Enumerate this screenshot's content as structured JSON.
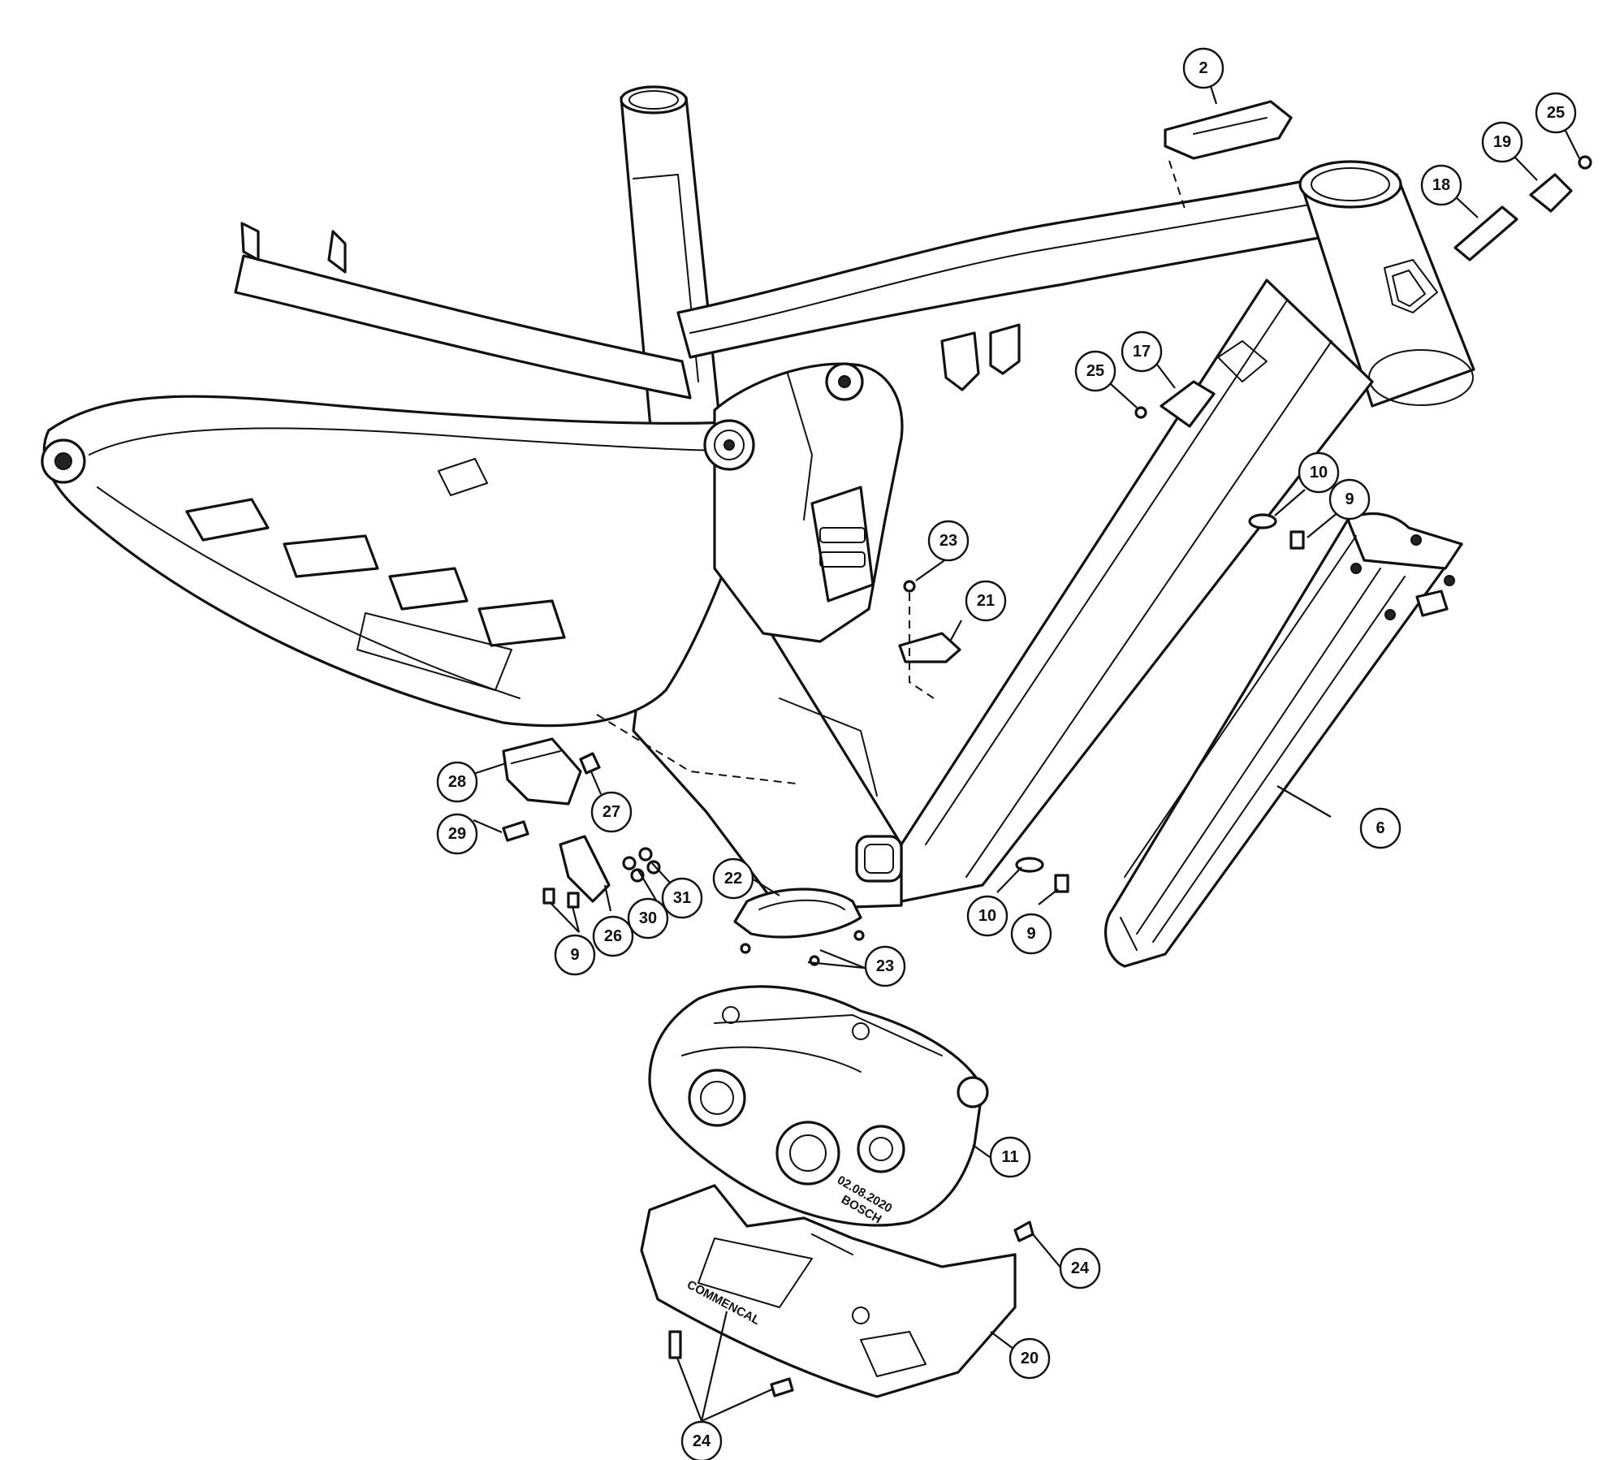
{
  "diagram": {
    "colors": {
      "line": "#111111",
      "background": "#ffffff"
    },
    "callouts": [
      {
        "id": "c2",
        "label": "2"
      },
      {
        "id": "c25a",
        "label": "25"
      },
      {
        "id": "c19",
        "label": "19"
      },
      {
        "id": "c18",
        "label": "18"
      },
      {
        "id": "c17",
        "label": "17"
      },
      {
        "id": "c25b",
        "label": "25"
      },
      {
        "id": "c10a",
        "label": "10"
      },
      {
        "id": "c9a",
        "label": "9"
      },
      {
        "id": "c23a",
        "label": "23"
      },
      {
        "id": "c21",
        "label": "21"
      },
      {
        "id": "c6",
        "label": "6"
      },
      {
        "id": "c28",
        "label": "28"
      },
      {
        "id": "c29",
        "label": "29"
      },
      {
        "id": "c27",
        "label": "27"
      },
      {
        "id": "c31",
        "label": "31"
      },
      {
        "id": "c22",
        "label": "22"
      },
      {
        "id": "c30",
        "label": "30"
      },
      {
        "id": "c26",
        "label": "26"
      },
      {
        "id": "c9b",
        "label": "9"
      },
      {
        "id": "c10b",
        "label": "10"
      },
      {
        "id": "c9c",
        "label": "9"
      },
      {
        "id": "c23b",
        "label": "23"
      },
      {
        "id": "c11",
        "label": "11"
      },
      {
        "id": "c24a",
        "label": "24"
      },
      {
        "id": "c20",
        "label": "20"
      },
      {
        "id": "c24b",
        "label": "24"
      }
    ],
    "motor_markings": {
      "brand": "BOSCH",
      "date": "02.08.2020"
    },
    "skidplate_marking": "COMMENCAL"
  }
}
